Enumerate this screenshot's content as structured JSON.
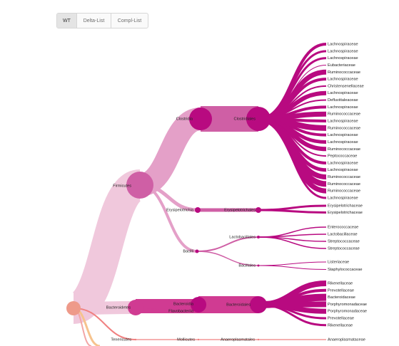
{
  "tabs": [
    {
      "label": "WT",
      "active": true
    },
    {
      "label": "Delta-List",
      "active": false
    },
    {
      "label": "Compl-List",
      "active": false
    }
  ],
  "colors": {
    "root": "#ee9a8a",
    "firmicutes_light": "#f0c8dc",
    "firmicutes_mid": "#e4a0c8",
    "clostridia": "#cf5fa5",
    "deep": "#b80a80",
    "bacteroidetes": "#d03b92",
    "tenericutes": "#f08080"
  },
  "tree": {
    "root": {
      "children": [
        {
          "label": "Firmicutes",
          "children": [
            {
              "label": "Clostridia",
              "children": [
                {
                  "label": "Clostridiales",
                  "families": [
                    "Lachnospiraceae",
                    "Lachnospiraceae",
                    "Lachnospiraceae",
                    "Eubacteriaceae",
                    "Ruminococcaceae",
                    "Lachnospiraceae",
                    "Christensenellaceae",
                    "Lachnospiraceae",
                    "Defluviitaleaceae",
                    "Lachnospiraceae",
                    "Ruminococcaceae",
                    "Lachnospiraceae",
                    "Ruminococcaceae",
                    "Lachnospiraceae",
                    "Lachnospiraceae",
                    "Ruminococcaceae",
                    "Peptococcaceae",
                    "Lachnospiraceae",
                    "Lachnospiraceae",
                    "Ruminococcaceae",
                    "Ruminococcaceae",
                    "Ruminococcaceae",
                    "Lachnospiraceae"
                  ]
                }
              ]
            },
            {
              "label": "Erysipelotrichia",
              "children": [
                {
                  "label": "Erysipelotrichales",
                  "families": [
                    "Erysipelotrichaceae",
                    "Erysipelotrichaceae"
                  ]
                }
              ]
            },
            {
              "label": "Bacilli",
              "children": [
                {
                  "label": "Lactobacillales",
                  "families": [
                    "Enterococcaceae",
                    "Lactobacillaceae",
                    "Streptococcaceae",
                    "Streptococcaceae"
                  ]
                },
                {
                  "label": "Bacillales",
                  "families": [
                    "Listeriaceae",
                    "Staphylococcaceae"
                  ]
                }
              ]
            }
          ]
        },
        {
          "label": "Bacteroidetes",
          "children": [
            {
              "label": "Bacteroidia",
              "children": [
                {
                  "label": "Bacteroidales",
                  "families": [
                    "Rikenellaceae",
                    "Prevotellaceae",
                    "Bacteroidaceae",
                    "Porphyromonadaceae",
                    "Porphyromonadaceae",
                    "Prevotellaceae",
                    "Rikenellaceae"
                  ]
                }
              ]
            },
            {
              "label": "Flavobacteriia",
              "children": []
            }
          ]
        },
        {
          "label": "Tenericutes",
          "children": [
            {
              "label": "Mollicutes",
              "children": [
                {
                  "label": "Anaeroplasmatales",
                  "families": [
                    "Anaeroplasmataceae"
                  ]
                }
              ]
            }
          ]
        }
      ]
    }
  }
}
